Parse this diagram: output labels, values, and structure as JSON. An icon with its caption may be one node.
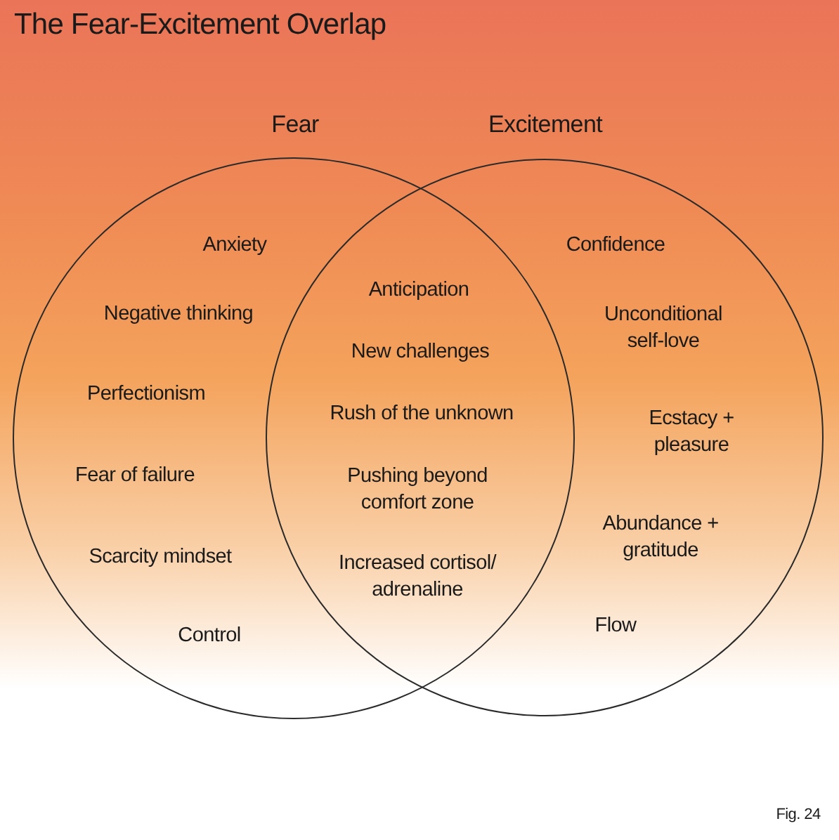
{
  "diagram": {
    "title": "The Fear-Excitement Overlap",
    "nodes": [
      {
        "text": [
          "Fear",
          "Anxiety",
          "Negative thinking",
          "Perfectionism",
          "Fear of failure",
          "Scarcity mindset",
          "Control"
        ]
      },
      {
        "text": [
          "Excitement",
          "Confidence",
          "Unconditional self-love",
          "Ecstacy + pleasure",
          "Abundance + gratitude",
          "Flow"
        ]
      }
    ],
    "labels": [
      "Anticipation",
      "New challenges",
      "Rush of the unknown",
      "Pushing beyond comfort zone",
      "Increased cortisol/ adrenaline",
      "Fig. 24"
    ]
  }
}
